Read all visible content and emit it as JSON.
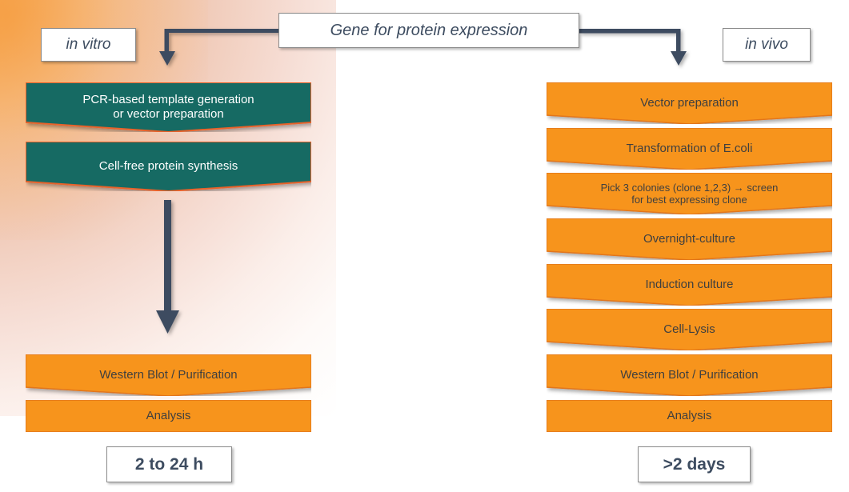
{
  "title": "Gene for protein expression",
  "colors": {
    "teal": "#126B64",
    "teal_edge": "#E8622A",
    "orange": "#F7941E",
    "orange_edge": "#E2761A",
    "arrow": "#3E4C60",
    "navy_text": "#3D4C60",
    "dark_text": "#3F3F3F",
    "box_border": "#8A8A8A",
    "background": "#FFFFFF",
    "glow": "#F7A545"
  },
  "header": {
    "gene_box_label": "Gene for protein expression"
  },
  "branches": {
    "left": {
      "tag_label": "in vitro",
      "duration_label": "2 to 24 h",
      "steps": [
        {
          "label_line1": "PCR-based template generation",
          "label_line2": "or vector preparation",
          "style": "teal",
          "shape": "chevron"
        },
        {
          "label_line1": "Cell-free protein synthesis",
          "label_line2": "",
          "style": "teal",
          "shape": "chevron"
        },
        {
          "label_line1": "Western Blot / Purification",
          "label_line2": "",
          "style": "orange",
          "shape": "chevron"
        },
        {
          "label_line1": "Analysis",
          "label_line2": "",
          "style": "orange",
          "shape": "rect"
        }
      ]
    },
    "right": {
      "tag_label": "in vivo",
      "duration_label": ">2 days",
      "steps": [
        {
          "label_line1": "Vector preparation",
          "label_line2": "",
          "style": "orange",
          "shape": "chevron"
        },
        {
          "label_line1": "Transformation of E.coli",
          "label_line2": "",
          "style": "orange",
          "shape": "chevron"
        },
        {
          "label_line1": "Pick 3 colonies (clone 1,2,3) → screen",
          "label_line2": "for best expressing clone",
          "style": "orange",
          "shape": "chevron"
        },
        {
          "label_line1": "Overnight-culture",
          "label_line2": "",
          "style": "orange",
          "shape": "chevron"
        },
        {
          "label_line1": "Induction culture",
          "label_line2": "",
          "style": "orange",
          "shape": "chevron"
        },
        {
          "label_line1": "Cell-Lysis",
          "label_line2": "",
          "style": "orange",
          "shape": "chevron"
        },
        {
          "label_line1": "Western Blot / Purification",
          "label_line2": "",
          "style": "orange",
          "shape": "chevron"
        },
        {
          "label_line1": "Analysis",
          "label_line2": "",
          "style": "orange",
          "shape": "rect"
        }
      ]
    }
  }
}
